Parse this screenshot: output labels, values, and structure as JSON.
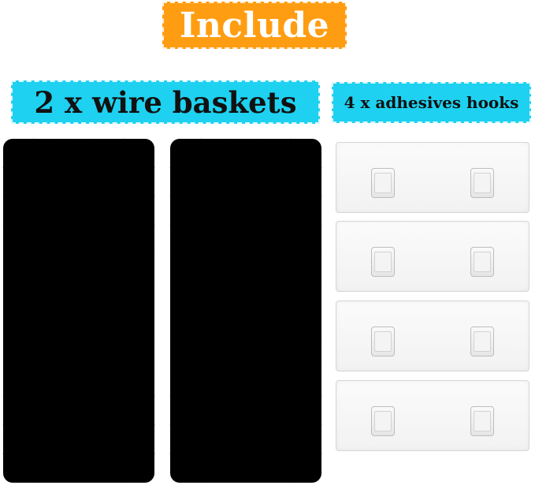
{
  "banners": {
    "include": "Include",
    "baskets": "2 x wire baskets",
    "hooks": "4 x adhesives hooks"
  },
  "colors": {
    "include_banner": "#ff9d12",
    "label_banner": "#1ed1f0",
    "wire": "#15171c",
    "hook_strip": "#f6f6f6"
  },
  "products": {
    "baskets": {
      "count": 2,
      "icon": "wire-basket-icon"
    },
    "hooks": {
      "count": 4,
      "hooks_per_strip": 2,
      "icon": "adhesive-hook-icon"
    }
  }
}
